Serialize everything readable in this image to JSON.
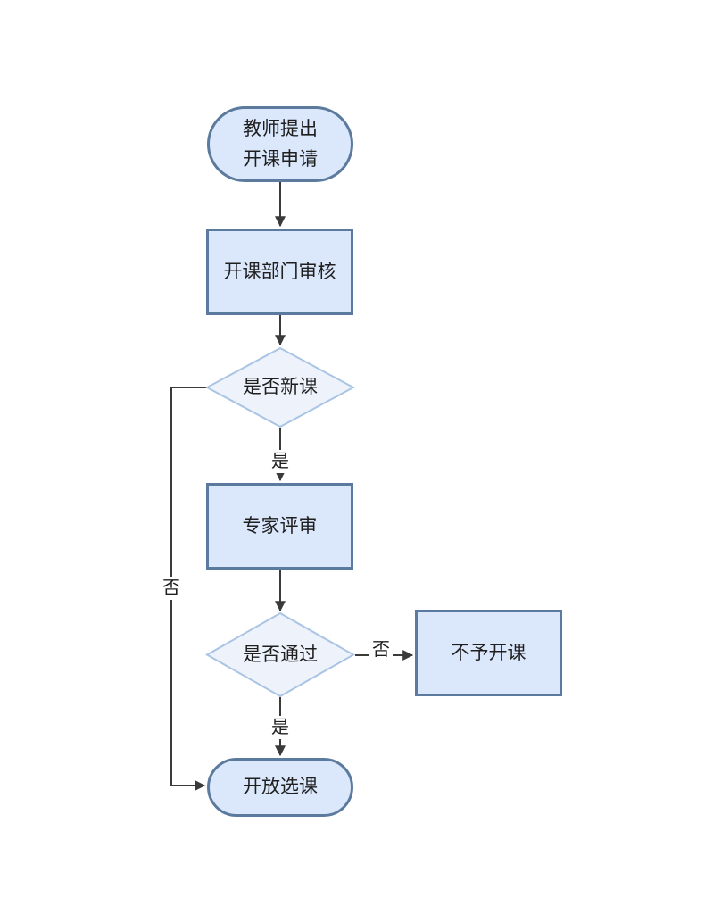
{
  "flowchart": {
    "title_hint": "course-offering-approval-flowchart",
    "colors": {
      "background": "#ffffff",
      "node_fill": "#dbe8fc",
      "node_border": "#5b7a9d",
      "decision_fill": "#eef3fb",
      "decision_border": "#a9c4e4",
      "connector": "#3a3a3a",
      "text": "#1f1f1f"
    },
    "nodes": {
      "start": {
        "type": "terminator",
        "label": "教师提出\n开课申请"
      },
      "dept_review": {
        "type": "process",
        "label": "开课部门审核"
      },
      "is_new_course": {
        "type": "decision",
        "label": "是否新课"
      },
      "expert_review": {
        "type": "process",
        "label": "专家评审"
      },
      "is_passed": {
        "type": "decision",
        "label": "是否通过"
      },
      "no_course": {
        "type": "process",
        "label": "不予开课"
      },
      "open_enrollment": {
        "type": "terminator",
        "label": "开放选课"
      }
    },
    "edge_labels": {
      "new_course_yes": "是",
      "new_course_no": "否",
      "passed_no": "否",
      "passed_yes": "是"
    }
  }
}
